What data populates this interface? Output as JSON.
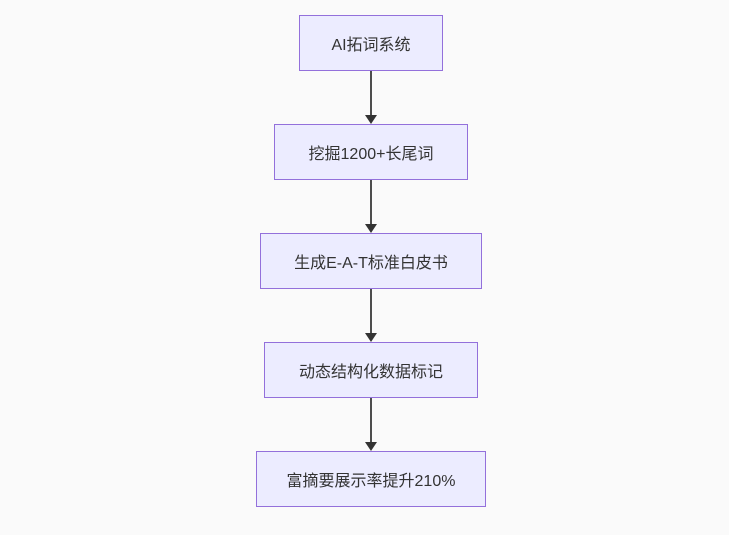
{
  "diagram": {
    "type": "flowchart",
    "direction": "top-down",
    "colors": {
      "background": "#fafafa",
      "node_fill": "#ECECFF",
      "node_border": "#9370DB",
      "arrow": "#333333",
      "text": "#333333"
    },
    "nodes": [
      {
        "id": "n1",
        "label": "AI拓词系统"
      },
      {
        "id": "n2",
        "label": "挖掘1200+长尾词"
      },
      {
        "id": "n3",
        "label": "生成E-A-T标准白皮书"
      },
      {
        "id": "n4",
        "label": "动态结构化数据标记"
      },
      {
        "id": "n5",
        "label": "富摘要展示率提升210%"
      }
    ],
    "edges": [
      {
        "from": "n1",
        "to": "n2"
      },
      {
        "from": "n2",
        "to": "n3"
      },
      {
        "from": "n3",
        "to": "n4"
      },
      {
        "from": "n4",
        "to": "n5"
      }
    ]
  }
}
